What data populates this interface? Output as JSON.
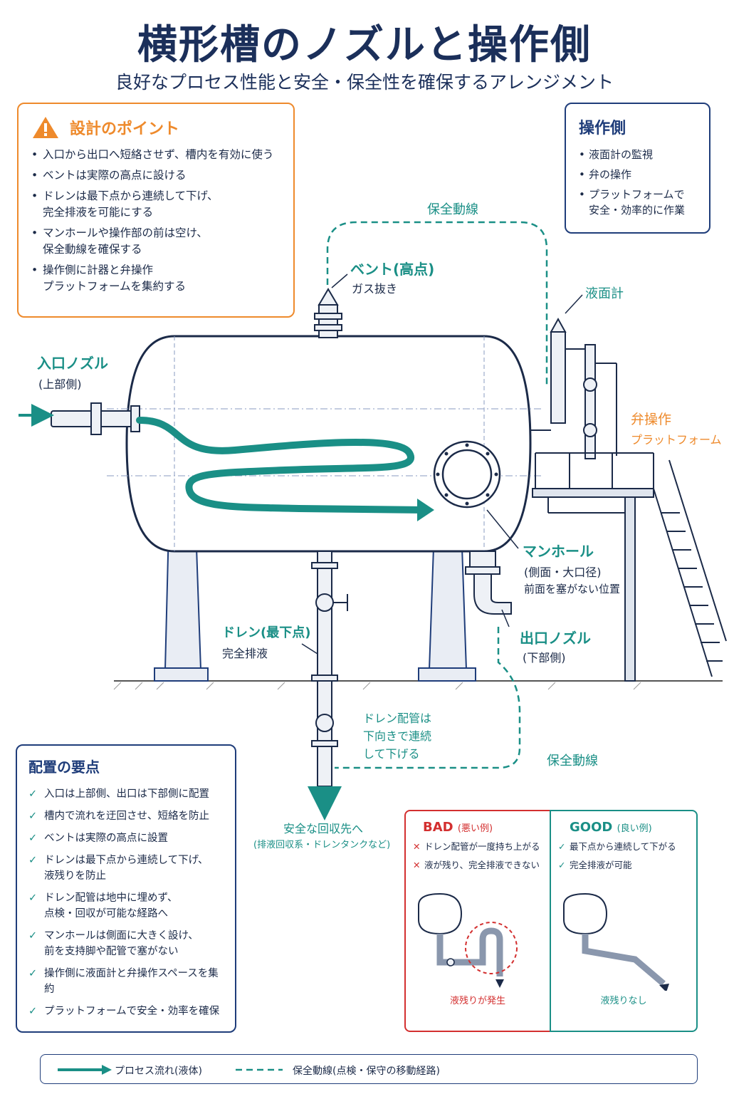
{
  "title": "横形槽のノズルと操作側",
  "subtitle": "良好なプロセス性能と安全・保全性を確保するアレンジメント",
  "design_points": {
    "heading": "設計のポイント",
    "items": [
      "入口から出口へ短絡させず、槽内を有効に使う",
      "ベントは実際の高点に設ける",
      "ドレンは最下点から連続して下げ、\n完全排液を可能にする",
      "マンホールや操作部の前は空け、\n保全動線を確保する",
      "操作側に計器と弁操作\nプラットフォームを集約する"
    ]
  },
  "operation_side": {
    "heading": "操作側",
    "items": [
      "液面計の監視",
      "弁の操作",
      "プラットフォームで\n安全・効率的に作業"
    ]
  },
  "labels": {
    "maintenance_route_top": "保全動線",
    "vent": "ベント(高点)",
    "vent_sub": "ガス抜き",
    "level_gauge": "液面計",
    "inlet": "入口ノズル",
    "inlet_sub": "(上部側)",
    "valve_platform": "弁操作",
    "valve_platform_sub": "プラットフォーム",
    "manhole": "マンホール",
    "manhole_sub1": "(側面・大口径)",
    "manhole_sub2": "前面を塞がない位置",
    "outlet": "出口ノズル",
    "outlet_sub": "(下部側)",
    "drain": "ドレン(最下点)",
    "drain_sub": "完全排液",
    "drain_pipe_note": "ドレン配管は\n下向きで連続\nして下げる",
    "maintenance_route_bottom": "保全動線",
    "safe_dest": "安全な回収先へ",
    "safe_dest_sub": "(排液回収系・ドレンタンクなど)"
  },
  "layout_points": {
    "heading": "配置の要点",
    "items": [
      "入口は上部側、出口は下部側に配置",
      "槽内で流れを迂回させ、短絡を防止",
      "ベントは実際の高点に設置",
      "ドレンは最下点から連続して下げ、\n液残りを防止",
      "ドレン配管は地中に埋めず、\n点検・回収が可能な経路へ",
      "マンホールは側面に大きく設け、\n前を支持脚や配管で塞がない",
      "操作側に液面計と弁操作スペースを集約",
      "プラットフォームで安全・効率を確保"
    ]
  },
  "bad": {
    "heading": "BAD",
    "heading_sub": "(悪い例)",
    "items": [
      "ドレン配管が一度持ち上がる",
      "液が残り、完全排液できない"
    ],
    "caption": "液残りが発生"
  },
  "good": {
    "heading": "GOOD",
    "heading_sub": "(良い例)",
    "items": [
      "最下点から連続して下がる",
      "完全排液が可能"
    ],
    "caption": "液残りなし"
  },
  "legend": {
    "process_flow": "プロセス流れ(液体)",
    "maintenance_route": "保全動線(点検・保守の移動経路)"
  },
  "colors": {
    "teal": "#1a8f86",
    "navy": "#1f3d7a",
    "orange": "#ee8a2c",
    "red": "#d32f2f"
  }
}
